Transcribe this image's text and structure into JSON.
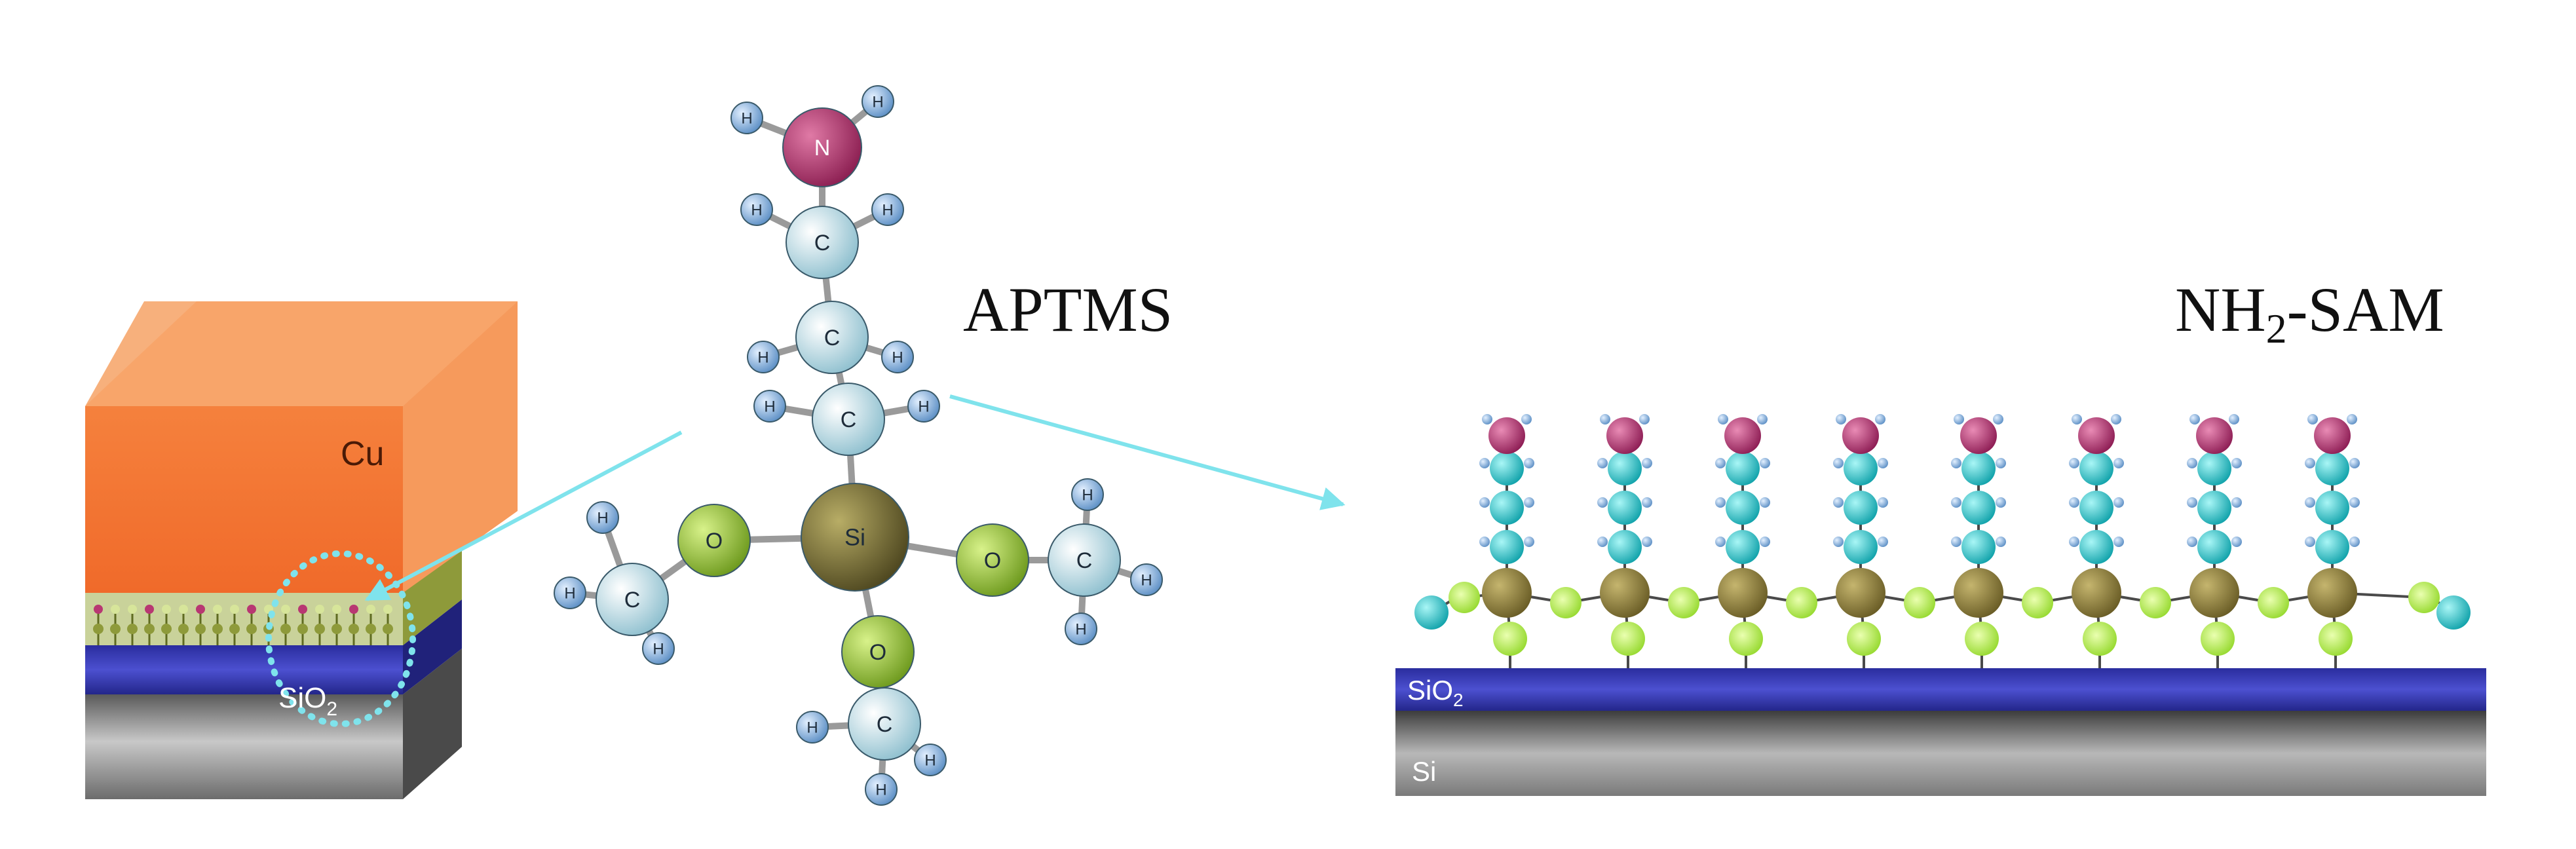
{
  "colors": {
    "cu_front": "#f37a35",
    "cu_top": "#f7b07c",
    "cu_side": "#f69a5c",
    "sio2": "#3b3eb8",
    "si_gray": "#8a8a8a",
    "arrow": "#7fe3ec",
    "n_atom": "#b83772",
    "c_atom": "#bfe4ee",
    "h_atom": "#8fb9df",
    "o_atom": "#9cc83a",
    "si_atom": "#7b7235",
    "sam_c": "#2ec9cf",
    "sam_o": "#b8ef5a"
  },
  "labels": {
    "cu": "Cu",
    "sio2_block": "SiO",
    "sio2_block_sub": "2",
    "molecule_name": "APTMS",
    "sam_name_pre": "NH",
    "sam_name_sub": "2",
    "sam_name_post": "-SAM",
    "sam_sio2": "SiO",
    "sam_sio2_sub": "2",
    "sam_si": "Si"
  },
  "atoms": {
    "n": "N",
    "c": "C",
    "h": "H",
    "o": "O",
    "si": "Si"
  },
  "sam": {
    "chain_count": 8
  }
}
